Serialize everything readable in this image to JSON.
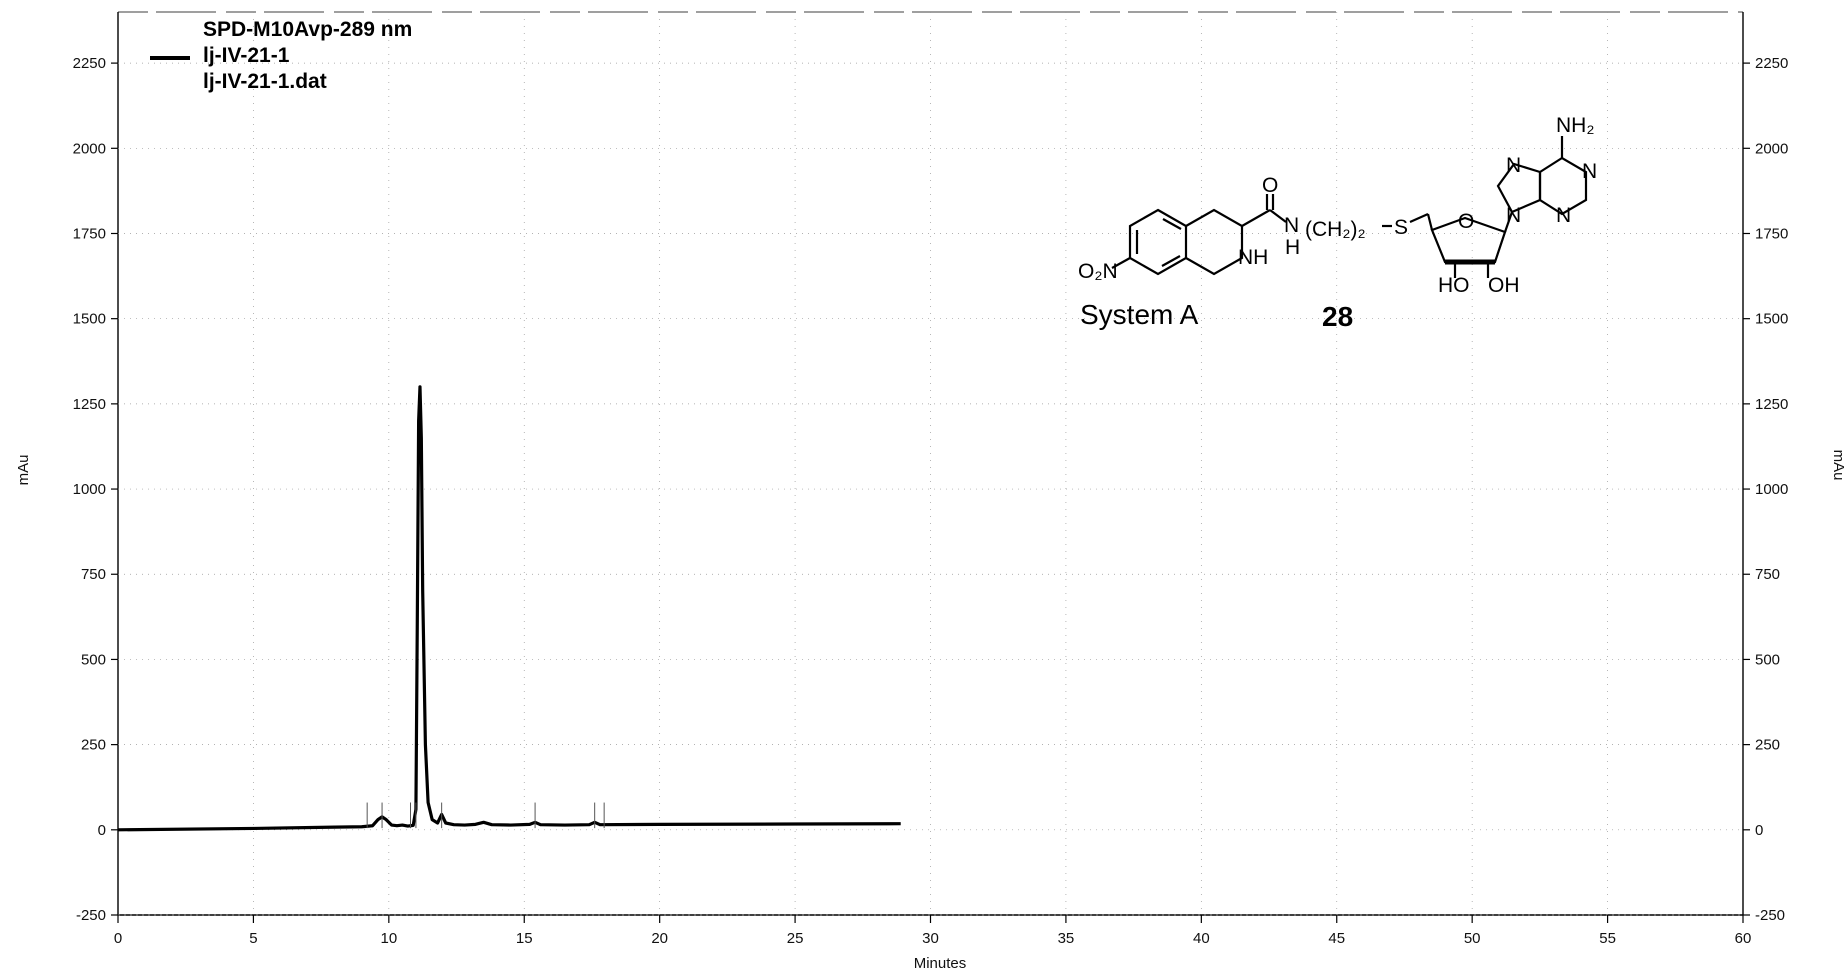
{
  "chart_data": {
    "type": "line",
    "xlabel": "Minutes",
    "ylabel": "mAu",
    "y2label": "mAu",
    "xlim": [
      0,
      60
    ],
    "ylim": [
      -250,
      2400
    ],
    "x_ticks": [
      0,
      5,
      10,
      15,
      20,
      25,
      30,
      35,
      40,
      45,
      50,
      55,
      60
    ],
    "y_ticks": [
      -250,
      0,
      250,
      500,
      750,
      1000,
      1250,
      1500,
      1750,
      2000,
      2250
    ],
    "grid": "dotted",
    "legend_position": "top-left",
    "legend": {
      "lines": [
        "SPD-M10Avp-289 nm",
        "lj-IV-21-1",
        "lj-IV-21-1.dat"
      ]
    },
    "series": [
      {
        "name": "lj-IV-21-1",
        "color": "#000000",
        "points": [
          [
            0,
            0
          ],
          [
            5,
            4
          ],
          [
            8,
            8
          ],
          [
            9.0,
            9
          ],
          [
            9.4,
            12
          ],
          [
            9.6,
            30
          ],
          [
            9.75,
            38
          ],
          [
            9.9,
            30
          ],
          [
            10.1,
            14
          ],
          [
            10.3,
            12
          ],
          [
            10.5,
            14
          ],
          [
            10.7,
            11
          ],
          [
            10.9,
            13
          ],
          [
            11.0,
            60
          ],
          [
            11.05,
            600
          ],
          [
            11.1,
            1200
          ],
          [
            11.15,
            1300
          ],
          [
            11.2,
            1150
          ],
          [
            11.25,
            700
          ],
          [
            11.35,
            250
          ],
          [
            11.45,
            80
          ],
          [
            11.6,
            30
          ],
          [
            11.8,
            20
          ],
          [
            11.95,
            45
          ],
          [
            12.1,
            20
          ],
          [
            12.4,
            15
          ],
          [
            12.8,
            14
          ],
          [
            13.2,
            16
          ],
          [
            13.5,
            22
          ],
          [
            13.8,
            15
          ],
          [
            14.5,
            14
          ],
          [
            15.2,
            16
          ],
          [
            15.4,
            22
          ],
          [
            15.6,
            15
          ],
          [
            16.5,
            14
          ],
          [
            17.4,
            15
          ],
          [
            17.6,
            22
          ],
          [
            17.8,
            15
          ],
          [
            20,
            16
          ],
          [
            25,
            17
          ],
          [
            28.9,
            18
          ]
        ]
      }
    ],
    "annotations": {
      "system_label": "System A",
      "compound_number": "28",
      "structure_labels": [
        "O",
        "N",
        "H",
        "NH",
        "O₂N",
        "(CH₂)₂",
        "S",
        "O",
        "HO",
        "OH",
        "NH₂",
        "N",
        "N",
        "N",
        "N"
      ]
    }
  }
}
